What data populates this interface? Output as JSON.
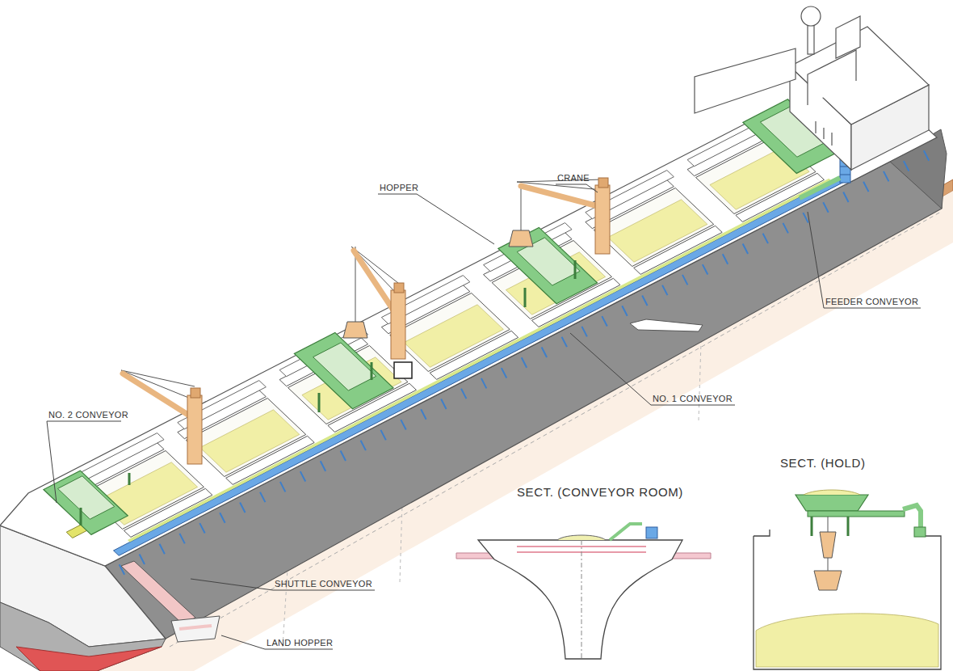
{
  "diagram": {
    "labels": [
      "CRANE",
      "HOPPER",
      "FEEDER CONVEYOR",
      "NO. 1 CONVEYOR",
      "NO. 2 CONVEYOR",
      "SHUTTLE CONVEYOR",
      "LAND HOPPER",
      "SECT. (CONVEYOR ROOM)",
      "SECT. (HOLD)"
    ]
  }
}
